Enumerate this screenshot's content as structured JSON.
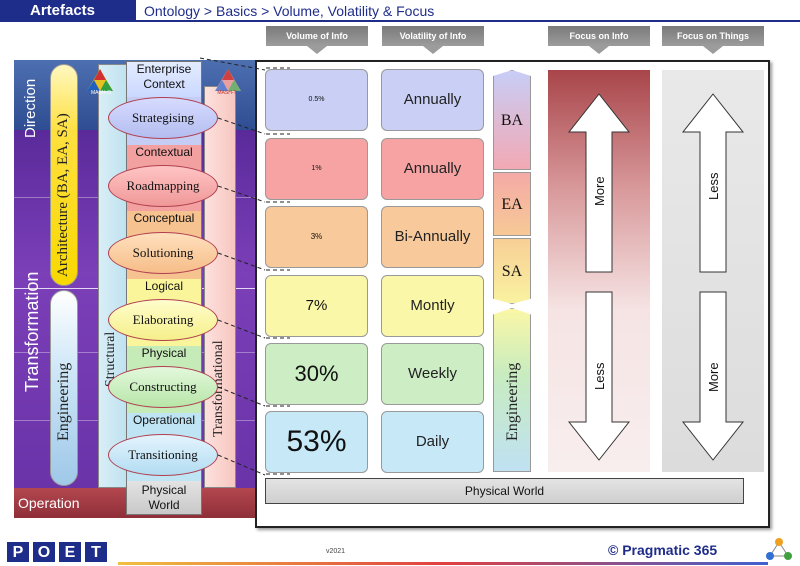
{
  "header": {
    "section": "Artefacts",
    "breadcrumb": "Ontology > Basics > Volume, Volatility & Focus"
  },
  "columns": {
    "volume": "Volume of Info",
    "volatility": "Volatility of Info",
    "focus_info": "Focus on Info",
    "focus_things": "Focus on Things"
  },
  "bands": {
    "direction": "Direction",
    "transformation": "Transformation",
    "operation": "Operation"
  },
  "pillars": {
    "architecture": "Architecture (BA, EA, SA)",
    "engineering": "Engineering",
    "structural": "Structural",
    "transformational": "Transformational"
  },
  "stack": {
    "enterprise_context": "Enterprise Context",
    "contextual": "Contextual",
    "conceptual": "Conceptual",
    "logical": "Logical",
    "physical": "Physical",
    "operational": "Operational",
    "physical_world": "Physical World"
  },
  "activities": [
    "Strategising",
    "Roadmapping",
    "Solutioning",
    "Elaborating",
    "Constructing",
    "Transitioning"
  ],
  "volume_values": [
    "0.5%",
    "1%",
    "3%",
    "7%",
    "30%",
    "53%"
  ],
  "volume_colors": [
    "#c9cff5",
    "#f7a3a3",
    "#f8c99a",
    "#fbf7a8",
    "#cdeec4",
    "#c6e8f7"
  ],
  "volatility_values": [
    "Annually",
    "Annually",
    "Bi-Annually",
    "Montly",
    "Weekly",
    "Daily"
  ],
  "roles": {
    "ba": "BA",
    "ea": "EA",
    "sa": "SA",
    "engineering": "Engineering"
  },
  "focus": {
    "info_top": "More",
    "info_bottom": "Less",
    "things_top": "Less",
    "things_bottom": "More"
  },
  "physical_world": "Physical World",
  "logos": {
    "left_label": "MASH-O",
    "right_label": "MASH-T"
  },
  "footer": {
    "logo": [
      "P",
      "O",
      "E",
      "T"
    ],
    "version": "v2021",
    "brand": "© Pragmatic 365"
  }
}
